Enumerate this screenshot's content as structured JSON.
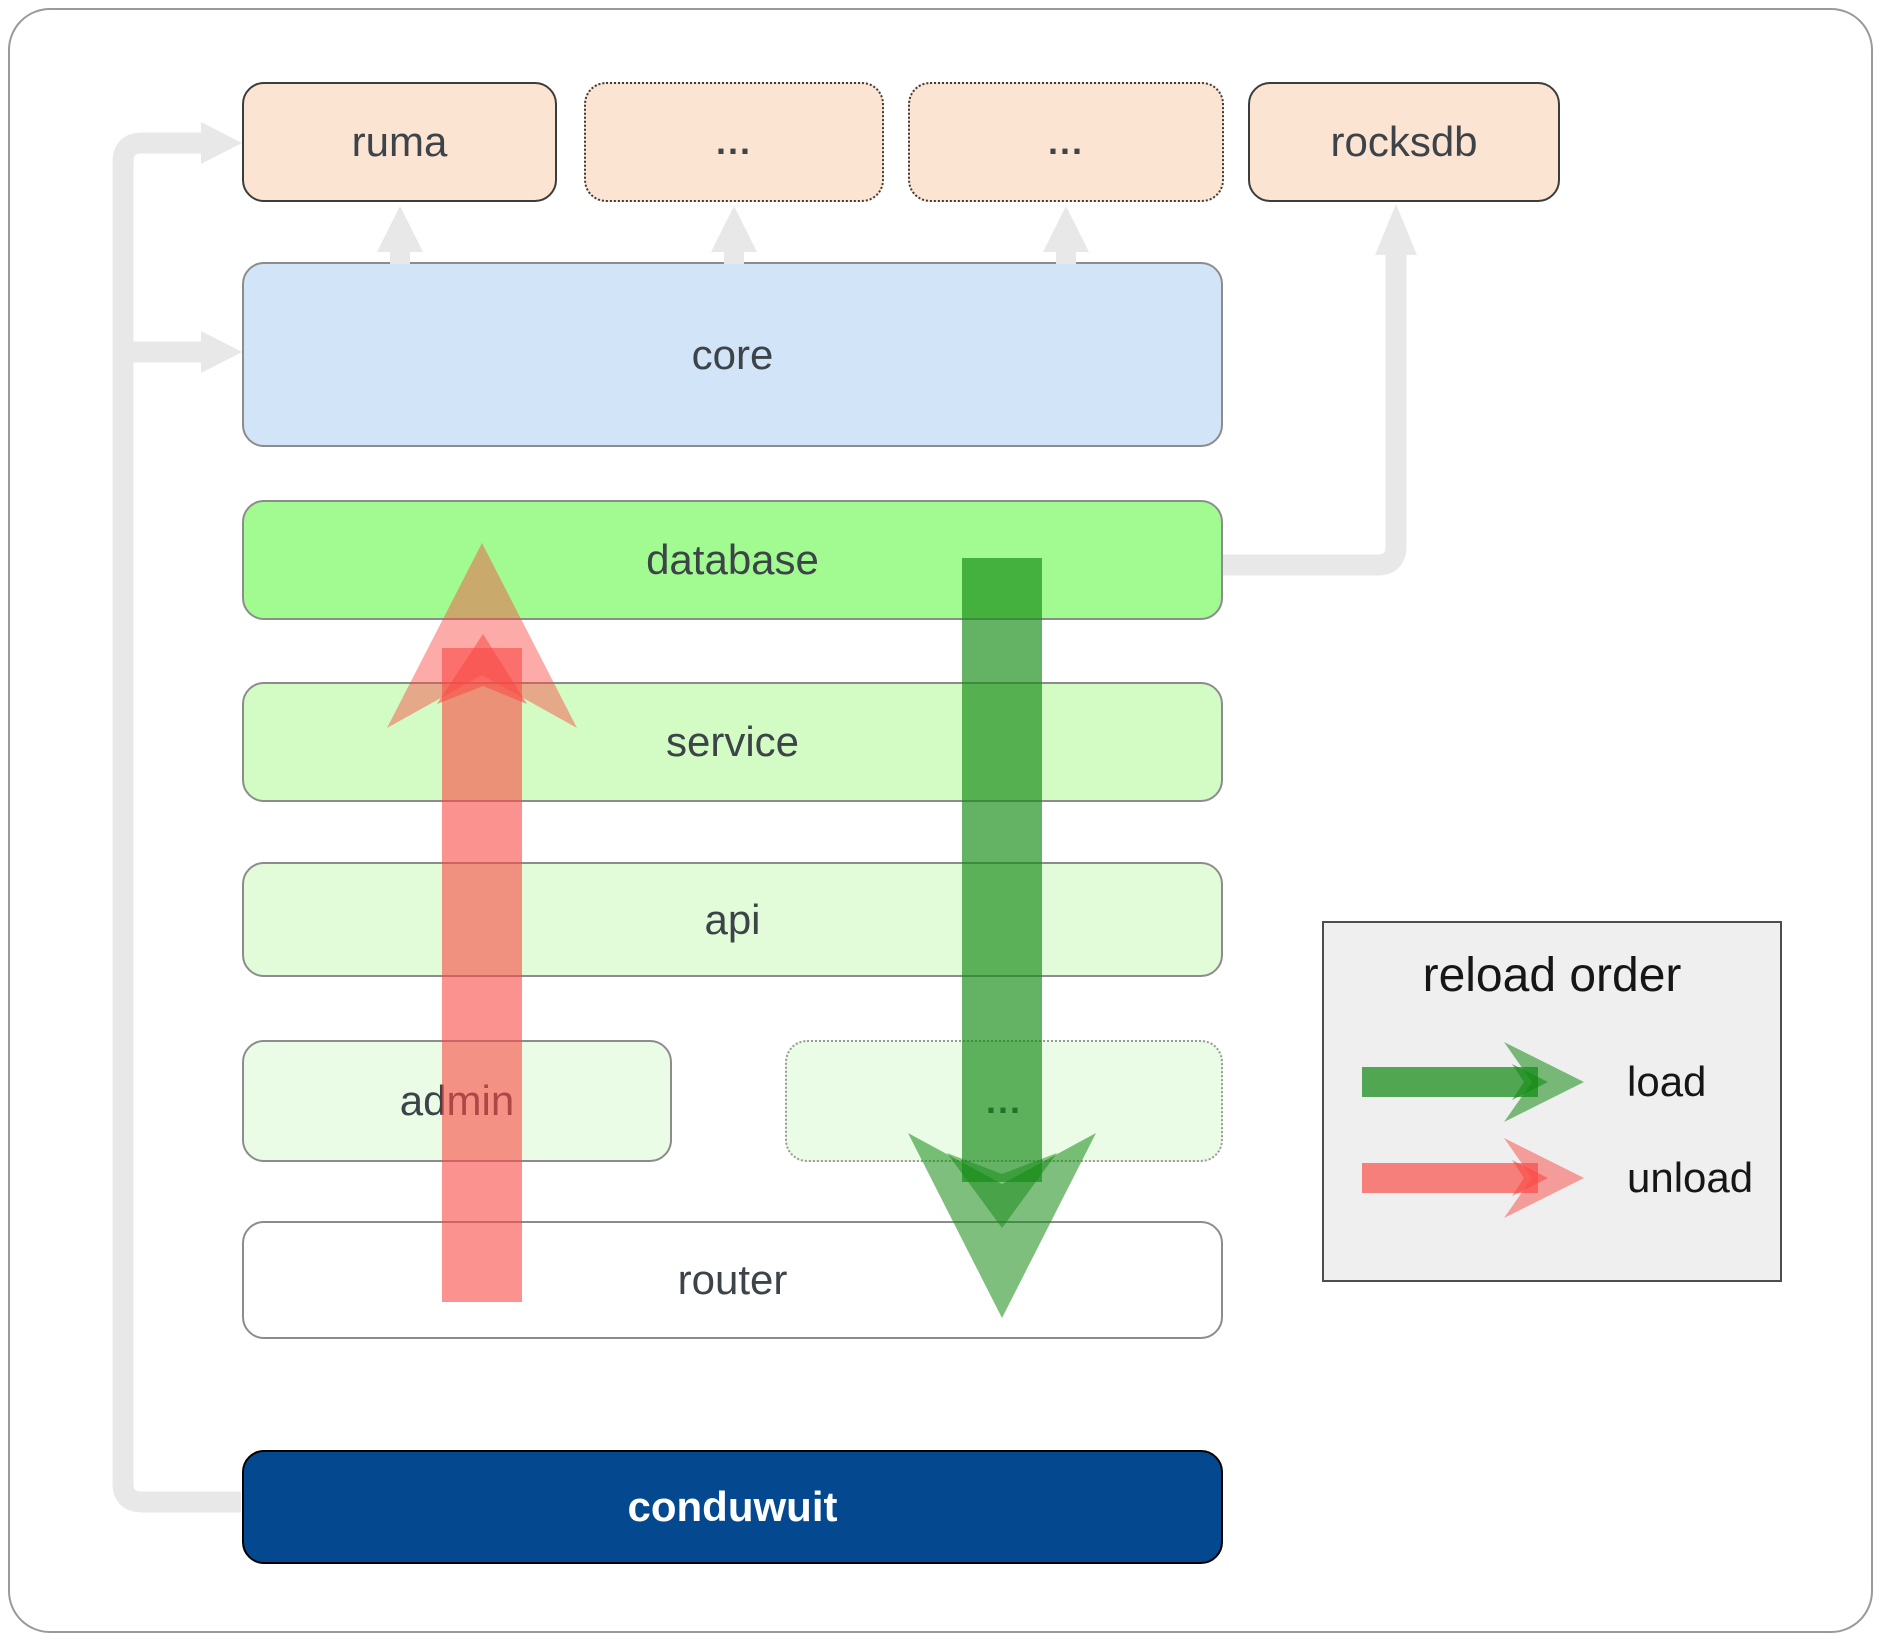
{
  "diagram": {
    "nodes": {
      "ruma": "ruma",
      "ellipsis1": "...",
      "ellipsis2": "...",
      "rocksdb": "rocksdb",
      "core": "core",
      "database": "database",
      "service": "service",
      "api": "api",
      "admin": "admin",
      "ellipsis3": "...",
      "router": "router",
      "conduwuit": "conduwuit"
    },
    "legend": {
      "title": "reload order",
      "entries": [
        {
          "label": "load",
          "arrow_color": "#148a14"
        },
        {
          "label": "unload",
          "arrow_color": "#fa4944"
        }
      ]
    },
    "colors": {
      "peach_fill": "#fce4d2",
      "core_fill": "#d2e4f7",
      "database_fill": "#a2fb90",
      "service_fill": "#d2fcc4",
      "api_fill": "#e2fcd9",
      "admin_fill": "#ebfce6",
      "router_fill": "#ffffff",
      "conduwuit_fill": "#04498f",
      "connector_gray": "#e8e8e8",
      "load_arrow_green": "#148a14",
      "unload_arrow_red": "#fa4944",
      "legend_background": "#efefef"
    }
  }
}
